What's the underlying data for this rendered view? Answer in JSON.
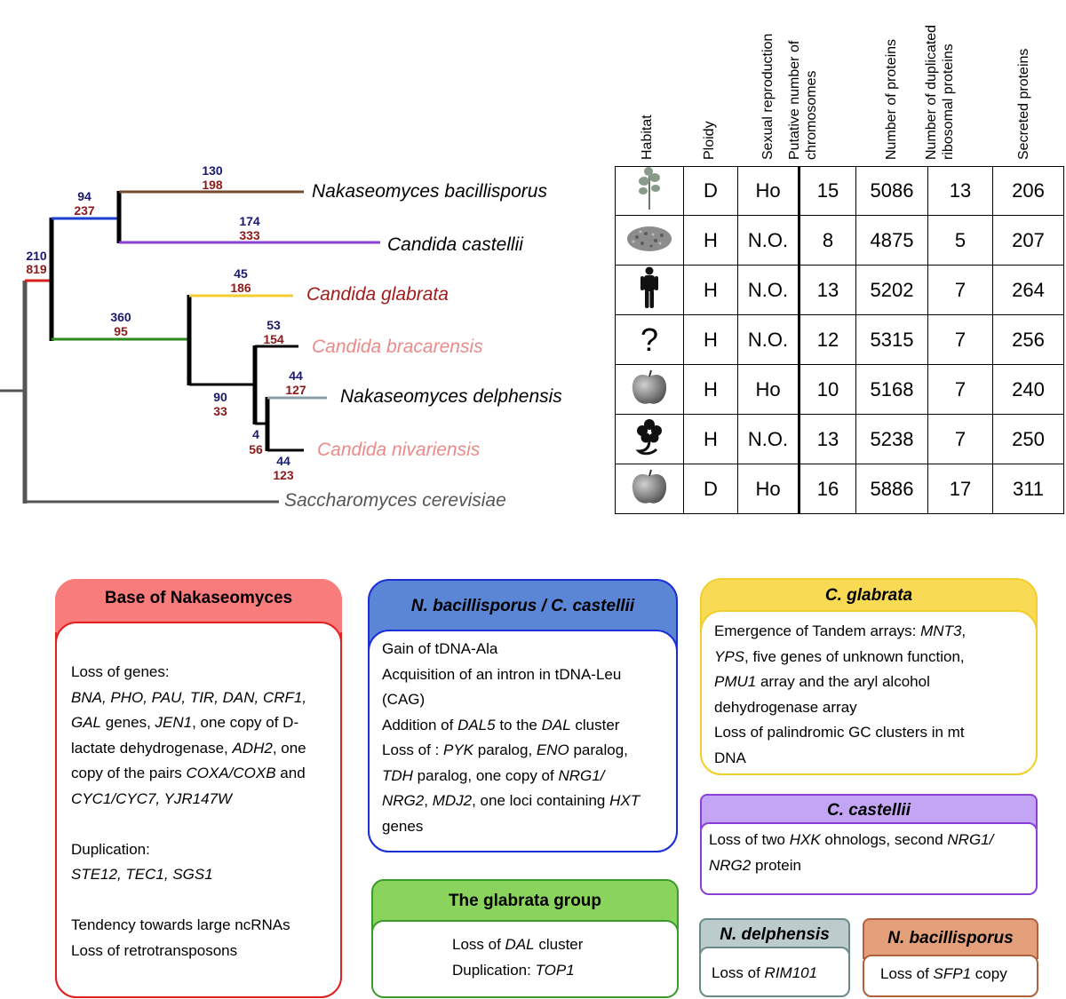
{
  "tree": {
    "taxa": [
      {
        "label": "Nakaseomyces bacillisporus",
        "color": "#000000"
      },
      {
        "label": "Candida castellii",
        "color": "#000000"
      },
      {
        "label": "Candida glabrata",
        "color": "#a01c1c"
      },
      {
        "label": "Candida bracarensis",
        "color": "#ec8a8a"
      },
      {
        "label": "Nakaseomyces delphensis",
        "color": "#000000"
      },
      {
        "label": "Candida nivariensis",
        "color": "#ec8a8a"
      },
      {
        "label": "Saccharomyces cerevisiae",
        "color": "#555555"
      }
    ],
    "branch_numbers": [
      {
        "top": "130",
        "bottom": "198"
      },
      {
        "top": "94",
        "bottom": "237"
      },
      {
        "top": "174",
        "bottom": "333"
      },
      {
        "top": "210",
        "bottom": "819"
      },
      {
        "top": "45",
        "bottom": "186"
      },
      {
        "top": "360",
        "bottom": "95"
      },
      {
        "top": "53",
        "bottom": "154"
      },
      {
        "top": "44",
        "bottom": "127"
      },
      {
        "top": "90",
        "bottom": "33"
      },
      {
        "top": "4",
        "bottom": "56"
      },
      {
        "top": "44",
        "bottom": "123"
      }
    ],
    "branch_colors": {
      "bacillisporus": "#7a4a2e",
      "castellii": "#8a3fd6",
      "nak_base": "#1c3fd6",
      "root": "#d62020",
      "glabrata": "#f2cf2e",
      "glabrata_group": "#2e8a1c",
      "delphensis": "#8aa0a4",
      "cerevisiae": "#555555"
    }
  },
  "table": {
    "headers": [
      [
        "Habitat"
      ],
      [
        "Ploidy"
      ],
      [
        "Sexual reproduction"
      ],
      [
        "Putative number of",
        "chromosomes"
      ],
      [
        "Number of proteins"
      ],
      [
        "Number of duplicated",
        "ribosomal proteins"
      ],
      [
        "Secreted proteins"
      ]
    ],
    "rows": [
      {
        "habitat_icon": "plant-icon",
        "ploidy": "D",
        "sex": "Ho",
        "chromosomes": "15",
        "proteins": "5086",
        "ribosomal": "13",
        "secreted": "206"
      },
      {
        "habitat_icon": "soil-icon",
        "ploidy": "H",
        "sex": "N.O.",
        "chromosomes": "8",
        "proteins": "4875",
        "ribosomal": "5",
        "secreted": "207"
      },
      {
        "habitat_icon": "human-icon",
        "ploidy": "H",
        "sex": "N.O.",
        "chromosomes": "13",
        "proteins": "5202",
        "ribosomal": "7",
        "secreted": "264"
      },
      {
        "habitat_icon": "question-icon",
        "habitat_text": "?",
        "ploidy": "H",
        "sex": "N.O.",
        "chromosomes": "12",
        "proteins": "5315",
        "ribosomal": "7",
        "secreted": "256"
      },
      {
        "habitat_icon": "apple-icon",
        "ploidy": "H",
        "sex": "Ho",
        "chromosomes": "10",
        "proteins": "5168",
        "ribosomal": "7",
        "secreted": "240"
      },
      {
        "habitat_icon": "flower-icon",
        "ploidy": "H",
        "sex": "N.O.",
        "chromosomes": "13",
        "proteins": "5238",
        "ribosomal": "7",
        "secreted": "250"
      },
      {
        "habitat_icon": "apple-icon",
        "ploidy": "D",
        "sex": "Ho",
        "chromosomes": "16",
        "proteins": "5886",
        "ribosomal": "17",
        "secreted": "311"
      }
    ]
  },
  "boxes": {
    "base": {
      "title": "Base of Nakaseomyces",
      "line1": "Loss of genes:",
      "line2": "BNA, PHO, PAU, TIR, DAN, CRF1,",
      "line3": "GAL genes, JEN1, one copy of D-",
      "line4": "lactate dehydrogenase, ADH2, one",
      "line5": "copy of the pairs COXA/COXB and",
      "line6": "CYC1/CYC7, YJR147W",
      "line7": "Duplication:",
      "line8": "STE12, TEC1, SGS1",
      "line9": "Tendency towards large ncRNAs",
      "line10": "Loss of retrotransposons"
    },
    "bac_cas": {
      "title": "N. bacillisporus / C. castellii",
      "line1": "Gain of tDNA-Ala",
      "line2": "Acquisition of an intron in tDNA-Leu",
      "line3": "(CAG)",
      "line4": "Addition of DAL5 to the DAL cluster",
      "line5": "Loss of : PYK paralog, ENO paralog,",
      "line6": "TDH paralog, one copy of NRG1/",
      "line7": "NRG2, MDJ2, one loci containing HXT",
      "line8": "genes"
    },
    "glabrata_group": {
      "title": "The glabrata group",
      "line1": "Loss of DAL cluster",
      "line2": "Duplication: TOP1"
    },
    "cgla": {
      "title": "C. glabrata",
      "line1": "Emergence of Tandem arrays: MNT3,",
      "line2": "YPS, five genes of unknown function,",
      "line3": "PMU1 array and the aryl alcohol",
      "line4": "dehydrogenase array",
      "line5": "Loss of palindromic GC clusters in mt",
      "line6": "DNA"
    },
    "ccas": {
      "title": "C. castellii",
      "line1": "Loss of two HXK ohnologs, second NRG1/",
      "line2": "NRG2 protein"
    },
    "ndel": {
      "title": "N. delphensis",
      "line1": "Loss of RIM101"
    },
    "nbac": {
      "title": "N. bacillisporus",
      "line1": "Loss of SFP1 copy"
    }
  },
  "colors": {
    "red_head": "#f97c7c",
    "red_border": "#e32020",
    "blue_head": "#5b86d6",
    "blue_border": "#1c2fd6",
    "green_head": "#8ad45e",
    "green_border": "#3a9a2a",
    "yellow_head": "#f9da55",
    "yellow_border": "#f2cf2e",
    "purple_head": "#c4a4f4",
    "purple_border": "#8a3fd6",
    "grey_head": "#bccccc",
    "grey_border": "#6a8a8a",
    "orange_head": "#e4a07a",
    "orange_border": "#b0603a"
  }
}
